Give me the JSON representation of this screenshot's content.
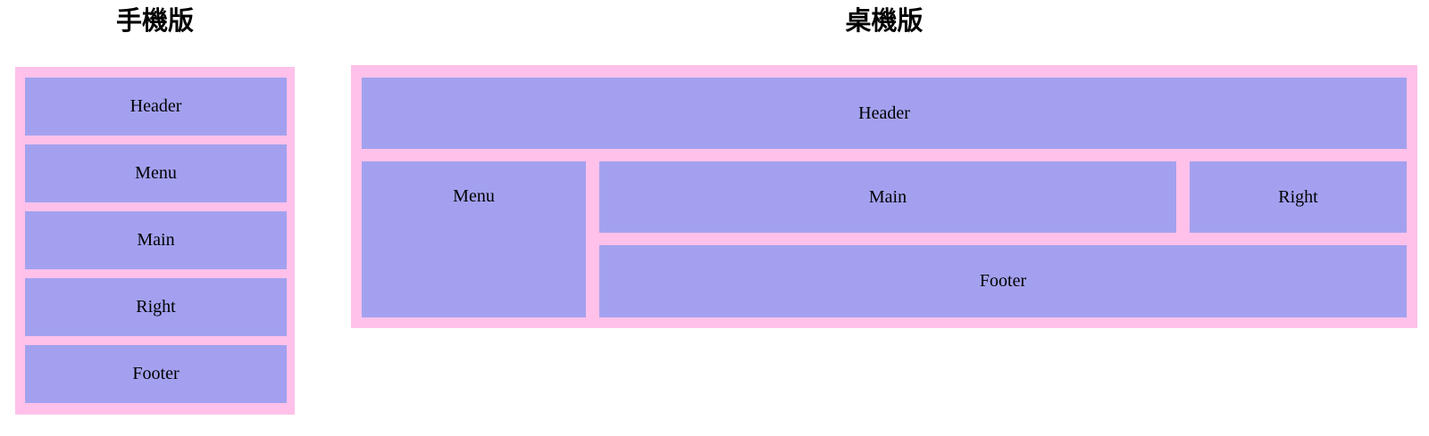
{
  "mobile": {
    "title": "手機版",
    "blocks": [
      "Header",
      "Menu",
      "Main",
      "Right",
      "Footer"
    ]
  },
  "desktop": {
    "title": "桌機版",
    "blocks": {
      "header": "Header",
      "menu": "Menu",
      "main": "Main",
      "right": "Right",
      "footer": "Footer"
    }
  },
  "colors": {
    "container_pink": "#ffc1ea",
    "block_purple": "#a3a1ef",
    "label_text": "#000000",
    "page_background": "#ffffff"
  }
}
